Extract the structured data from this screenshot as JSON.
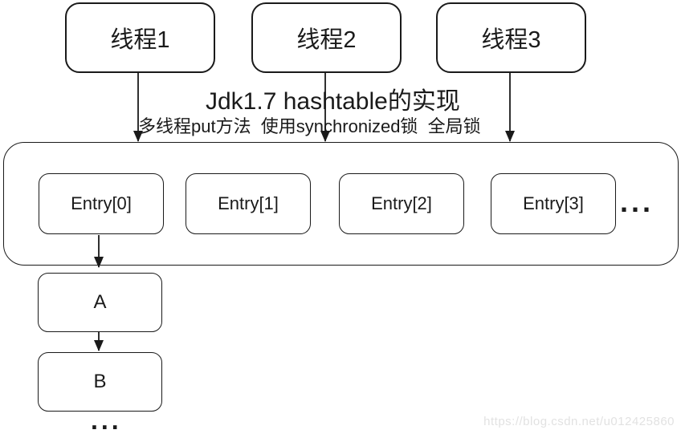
{
  "diagram": {
    "title": "Jdk1.7 hashtable的实现",
    "subtitle": "多线程put方法  使用synchronized锁  全局锁",
    "threads": [
      {
        "label": "线程1"
      },
      {
        "label": "线程2"
      },
      {
        "label": "线程3"
      }
    ],
    "table": {
      "entries": [
        {
          "label": "Entry[0]"
        },
        {
          "label": "Entry[1]"
        },
        {
          "label": "Entry[2]"
        },
        {
          "label": "Entry[3]"
        }
      ],
      "ellipsis": "..."
    },
    "chain": {
      "nodes": [
        {
          "label": "A"
        },
        {
          "label": "B"
        }
      ],
      "ellipsis": "..."
    },
    "watermark": "https://blog.csdn.net/u012425860",
    "colors": {
      "stroke": "#1a1a1a",
      "background": "#ffffff",
      "watermark_text": "#e2e2e2"
    }
  }
}
